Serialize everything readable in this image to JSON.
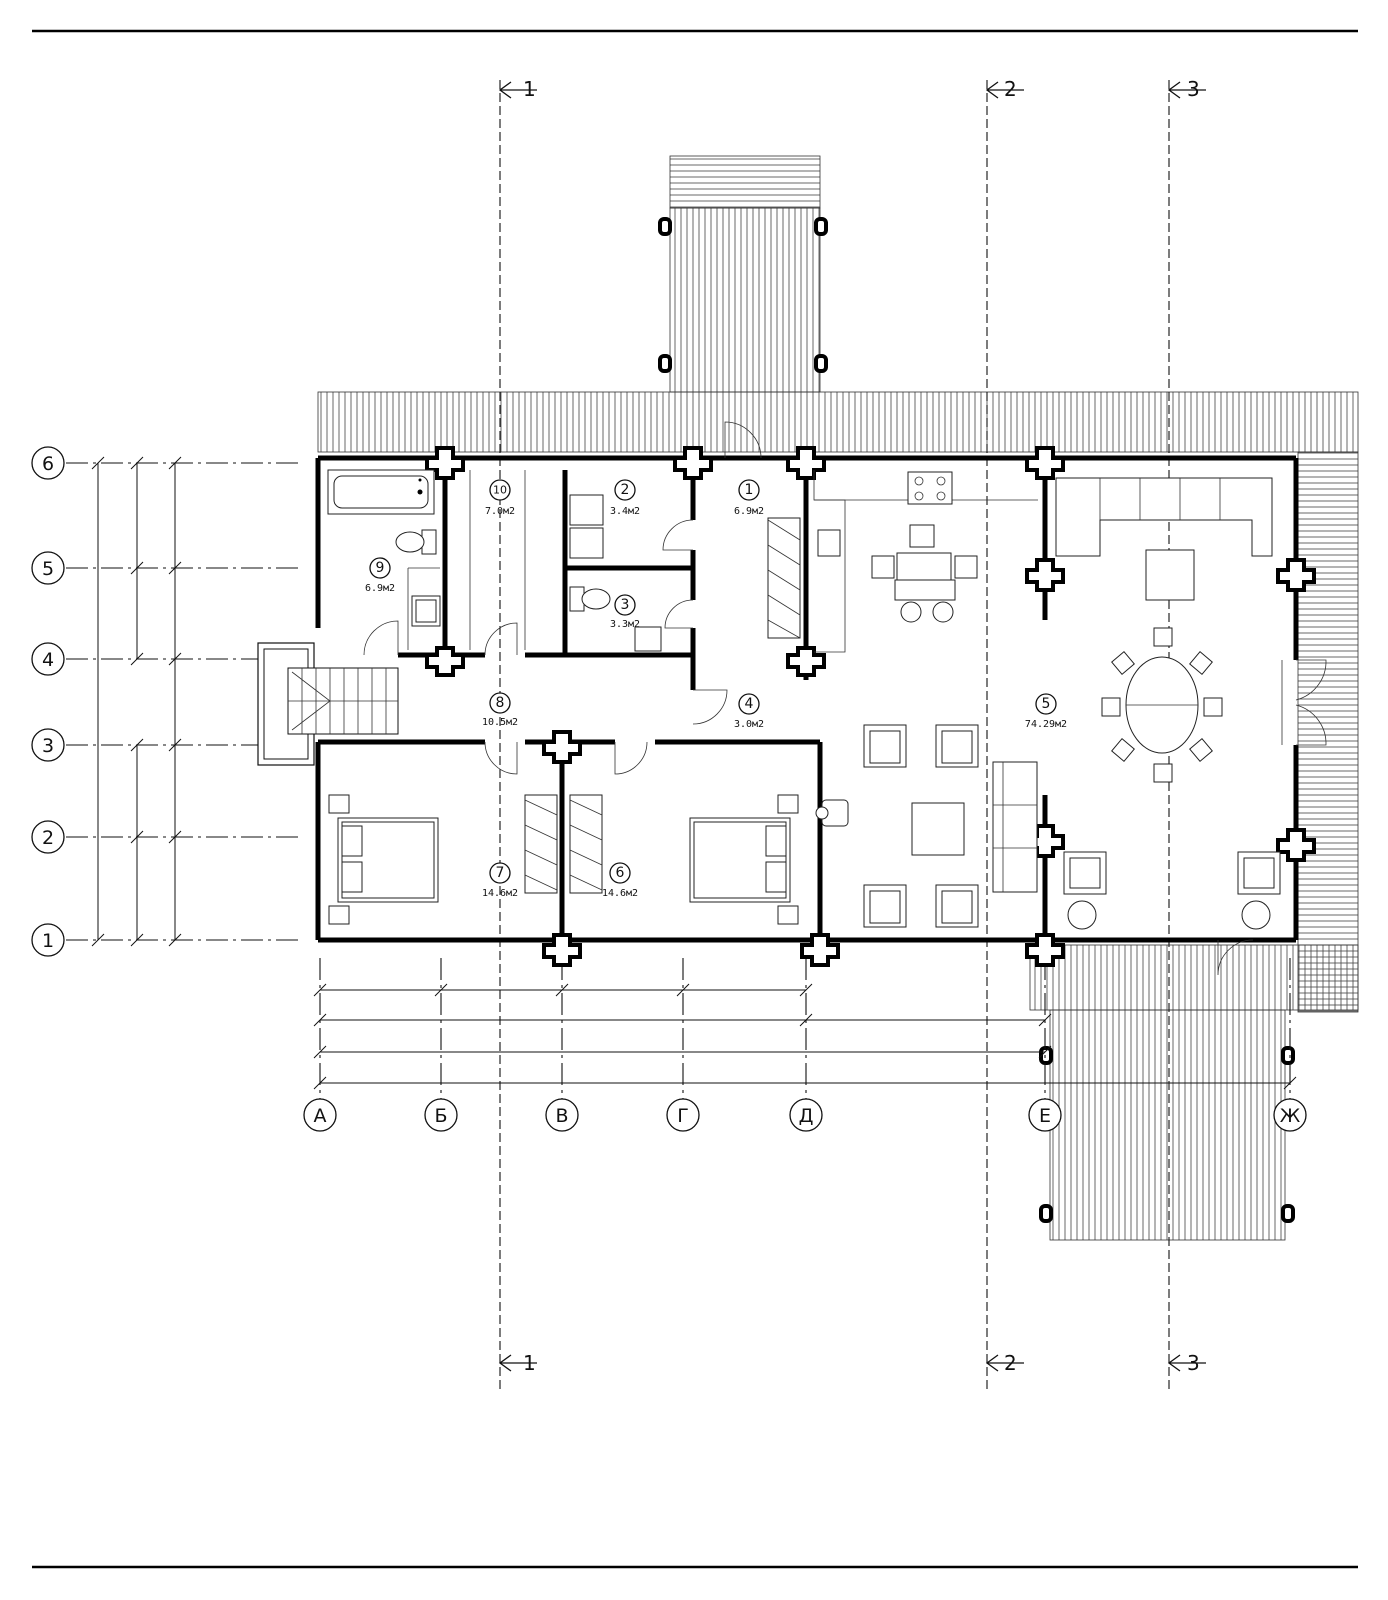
{
  "rows": [
    "6",
    "5",
    "4",
    "3",
    "2",
    "1"
  ],
  "columns": [
    "А",
    "Б",
    "В",
    "Г",
    "Д",
    "Е",
    "Ж"
  ],
  "sections": [
    "1",
    "2",
    "3"
  ],
  "rooms": [
    {
      "num": "1",
      "area": "6.9м2"
    },
    {
      "num": "2",
      "area": "3.4м2"
    },
    {
      "num": "3",
      "area": "3.3м2"
    },
    {
      "num": "4",
      "area": "3.0м2"
    },
    {
      "num": "5",
      "area": "74.29м2"
    },
    {
      "num": "6",
      "area": "14.6м2"
    },
    {
      "num": "7",
      "area": "14.6м2"
    },
    {
      "num": "8",
      "area": "10.5м2"
    },
    {
      "num": "9",
      "area": "6.9м2"
    },
    {
      "num": "10",
      "area": "7.0м2"
    }
  ]
}
